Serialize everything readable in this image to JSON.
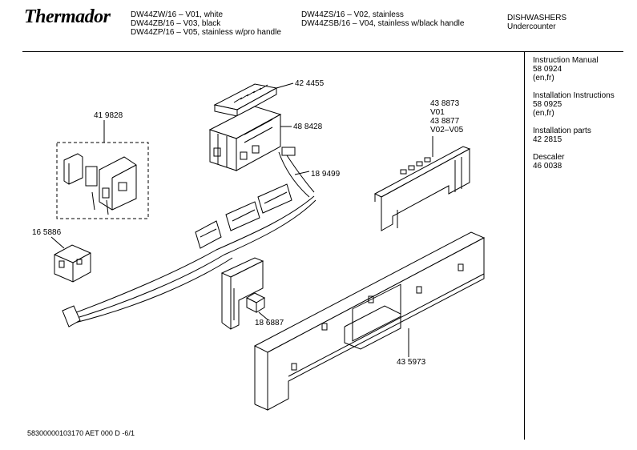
{
  "brand": "Thermador",
  "header": {
    "models_col1": [
      "DW44ZW/16 – V01, white",
      "DW44ZB/16 – V03, black",
      "DW44ZP/16 – V05, stainless w/pro handle"
    ],
    "models_col2": [
      "DW44ZS/16 – V02, stainless",
      "DW44ZSB/16 – V04, stainless w/black handle"
    ],
    "category": [
      "DISHWASHERS",
      "Undercounter"
    ]
  },
  "sidebar": [
    {
      "title": "Instruction Manual",
      "lines": [
        "58 0924",
        "(en,fr)"
      ]
    },
    {
      "title": "Installation Instructions",
      "lines": [
        "58 0925",
        "(en,fr)"
      ]
    },
    {
      "title": "Installation parts",
      "lines": [
        "42 2815"
      ]
    },
    {
      "title": "Descaler",
      "lines": [
        "46 0038"
      ]
    }
  ],
  "parts": {
    "p424455": "42 4455",
    "p419828": "41 9828",
    "p488428": "48 8428",
    "p189499": "18 9499",
    "p165886": "16 5886",
    "p186887": "18 6887",
    "p435973": "43 5973",
    "p438873": [
      "43 8873",
      "V01",
      "43 8877",
      "V02–V05"
    ]
  },
  "footer": "58300000103170 AET 000 D -6/1"
}
